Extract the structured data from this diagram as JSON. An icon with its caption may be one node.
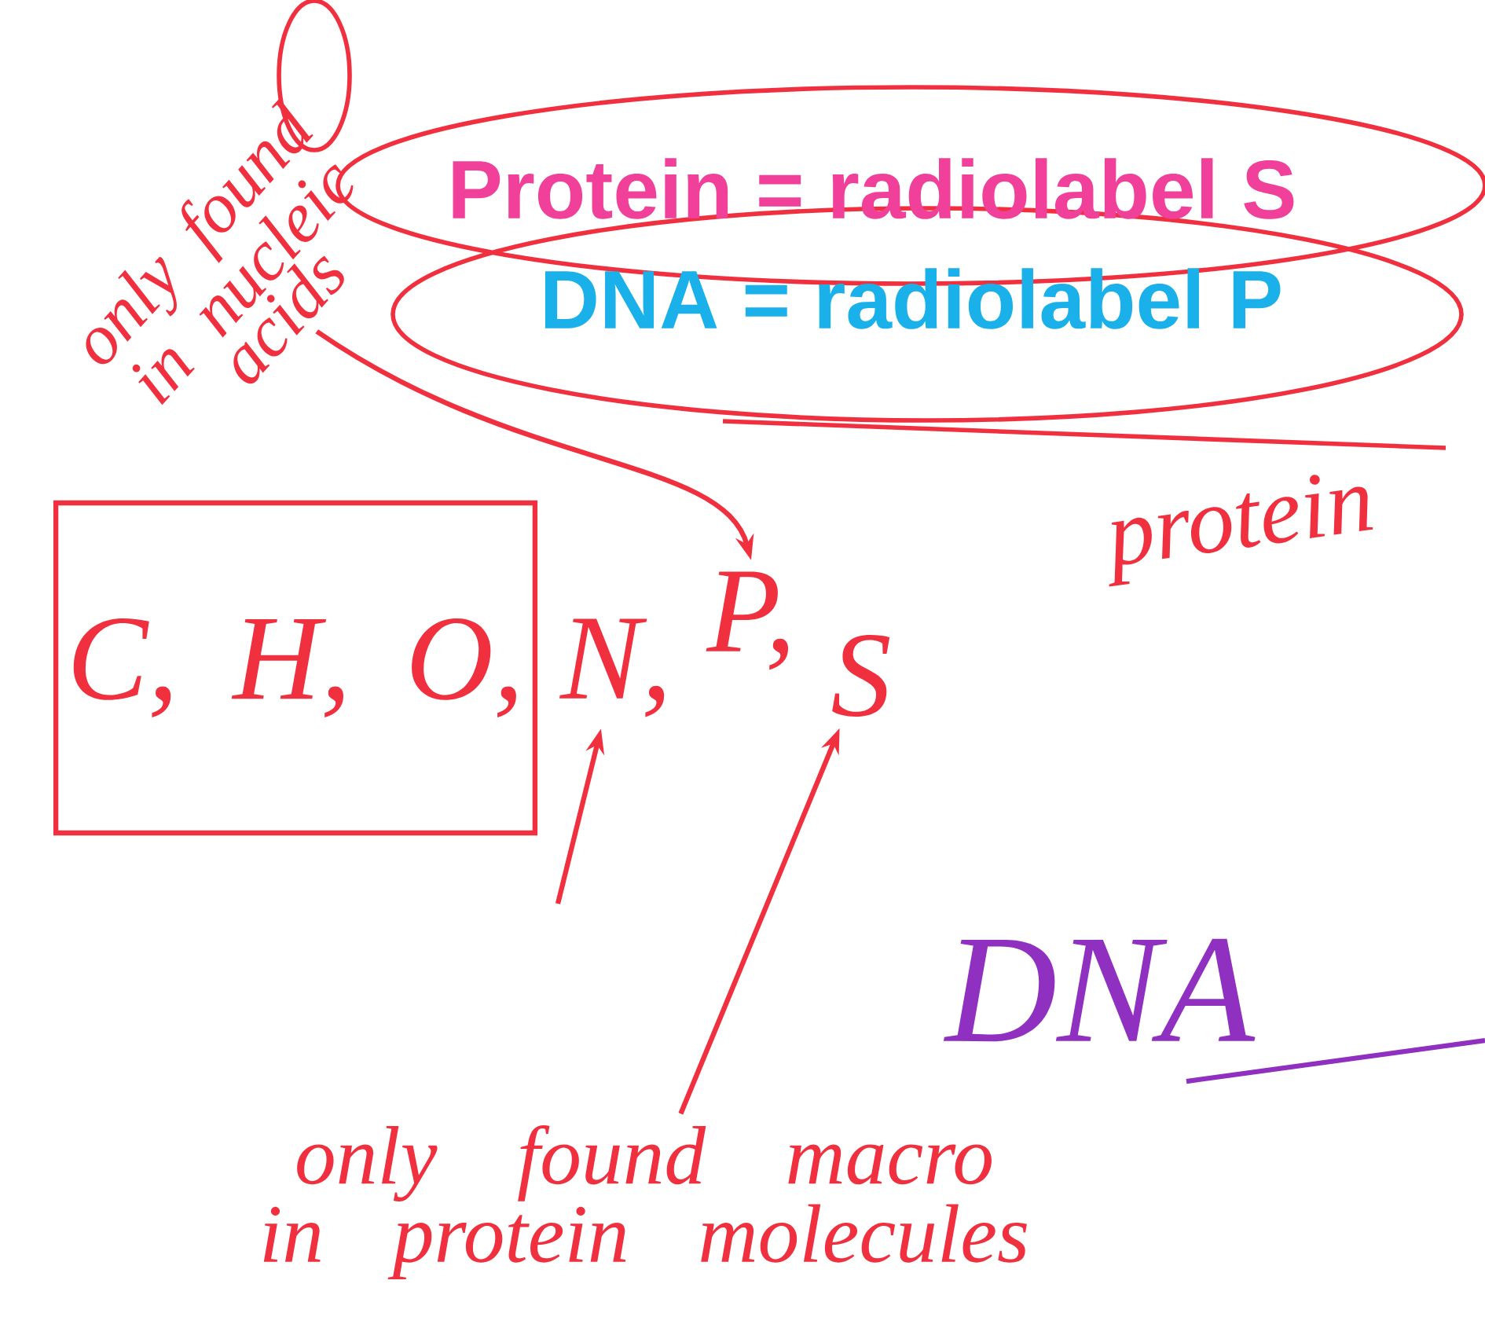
{
  "diagram": {
    "nodes": [
      {
        "text": [
          "only found in nucleic acids"
        ]
      },
      {
        "text": [
          "C, H, O,"
        ]
      },
      {
        "text": [
          "N,"
        ]
      },
      {
        "text": [
          "P,"
        ]
      },
      {
        "text": [
          "S"
        ]
      },
      {
        "text": [
          "only found macro in protein molecules"
        ]
      }
    ],
    "edges": [
      {
        "from": 0,
        "to": 3,
        "arrow": "to"
      },
      {
        "from": null,
        "to": 2,
        "arrow": "to"
      },
      {
        "from": 5,
        "to": 4,
        "arrow": "to"
      }
    ],
    "labels": [
      "Protein = radiolabel S",
      "DNA = radiolabel P",
      "protein",
      "DNA"
    ]
  }
}
